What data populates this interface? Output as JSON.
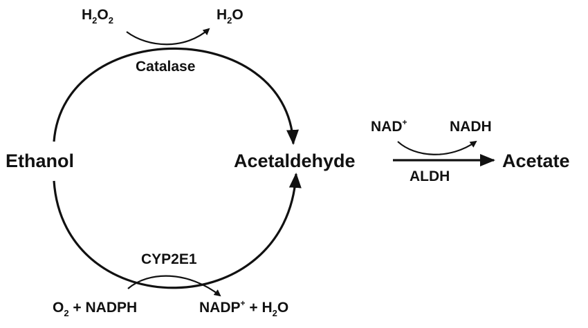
{
  "nodes": {
    "ethanol": "Ethanol",
    "acetaldehyde": "Acetaldehyde",
    "acetate": "Acetate"
  },
  "enzymes": {
    "catalase": "Catalase",
    "cyp2e1": "CYP2E1",
    "aldh": "ALDH"
  },
  "catalase_cofactors": {
    "input": {
      "base": "H",
      "sub1": "2",
      "mid": "O",
      "sub2": "2"
    },
    "output": {
      "base": "H",
      "sub": "2",
      "tail": "O"
    }
  },
  "cyp2e1_cofactors": {
    "input": {
      "o": "O",
      "sub": "2",
      "rest": " + NADPH"
    },
    "output": {
      "base": "NADP",
      "sup": "+",
      "rest": " + H",
      "sub": "2",
      "tail": "O"
    }
  },
  "aldh_cofactors": {
    "input": {
      "base": "NAD",
      "sup": "+"
    },
    "output": "NADH"
  }
}
